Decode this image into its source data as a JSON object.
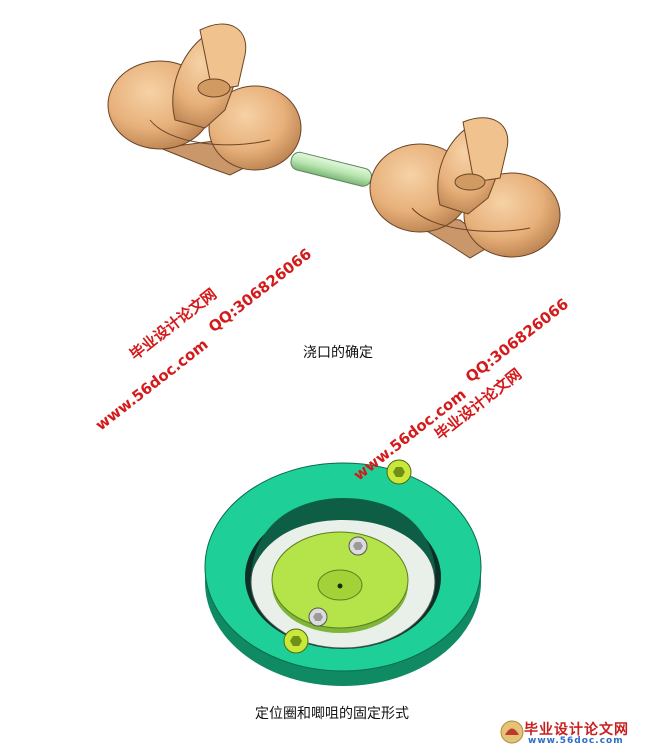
{
  "captions": {
    "gate": "浇口的确定",
    "locating_ring": "定位圈和唧咀的固定形式"
  },
  "watermarks": {
    "left_site_cn": "毕业设计论文网",
    "left_url": "www.56doc.com",
    "left_qq": "QQ:306826066",
    "right_url": "www.56doc.com",
    "right_site_cn": "毕业设计论文网",
    "right_qq": "QQ:306826066"
  },
  "logo": {
    "title": "毕业设计论文网",
    "url": "www.56doc.com"
  },
  "colors": {
    "part_tan": "#e7b07a",
    "runner_green": "#b9e6b0",
    "ring_green": "#1fcf98",
    "plate_lime": "#b5e44a",
    "watermark_red": "#d41a1a",
    "watermark_blue": "#1a2fd4"
  }
}
